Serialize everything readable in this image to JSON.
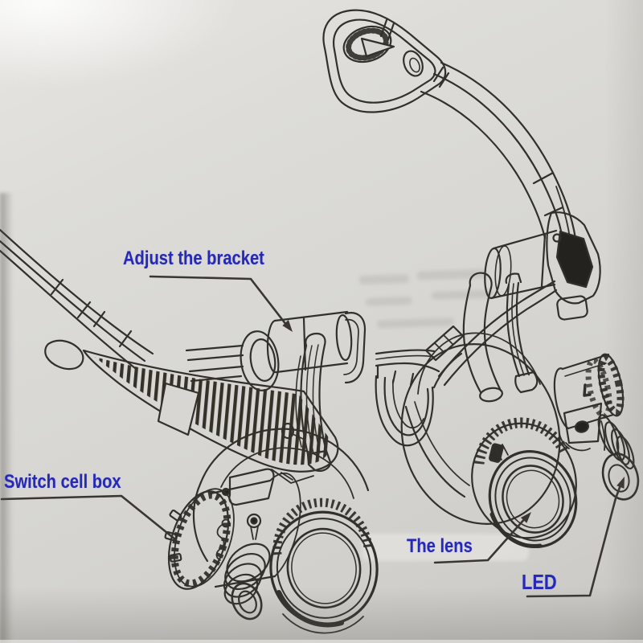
{
  "diagram": {
    "subject": "head-mounted LED magnifier glasses parts illustration",
    "labels": {
      "adjust_bracket": "Adjust the bracket",
      "switch_cell_box": "Switch cell box",
      "the_lens": "The lens",
      "led": "LED"
    },
    "colors": {
      "label_text": "#2629b8",
      "line_art": "#32302b",
      "leader_line": "#3a3733",
      "paper": "#d7d6d2"
    }
  }
}
